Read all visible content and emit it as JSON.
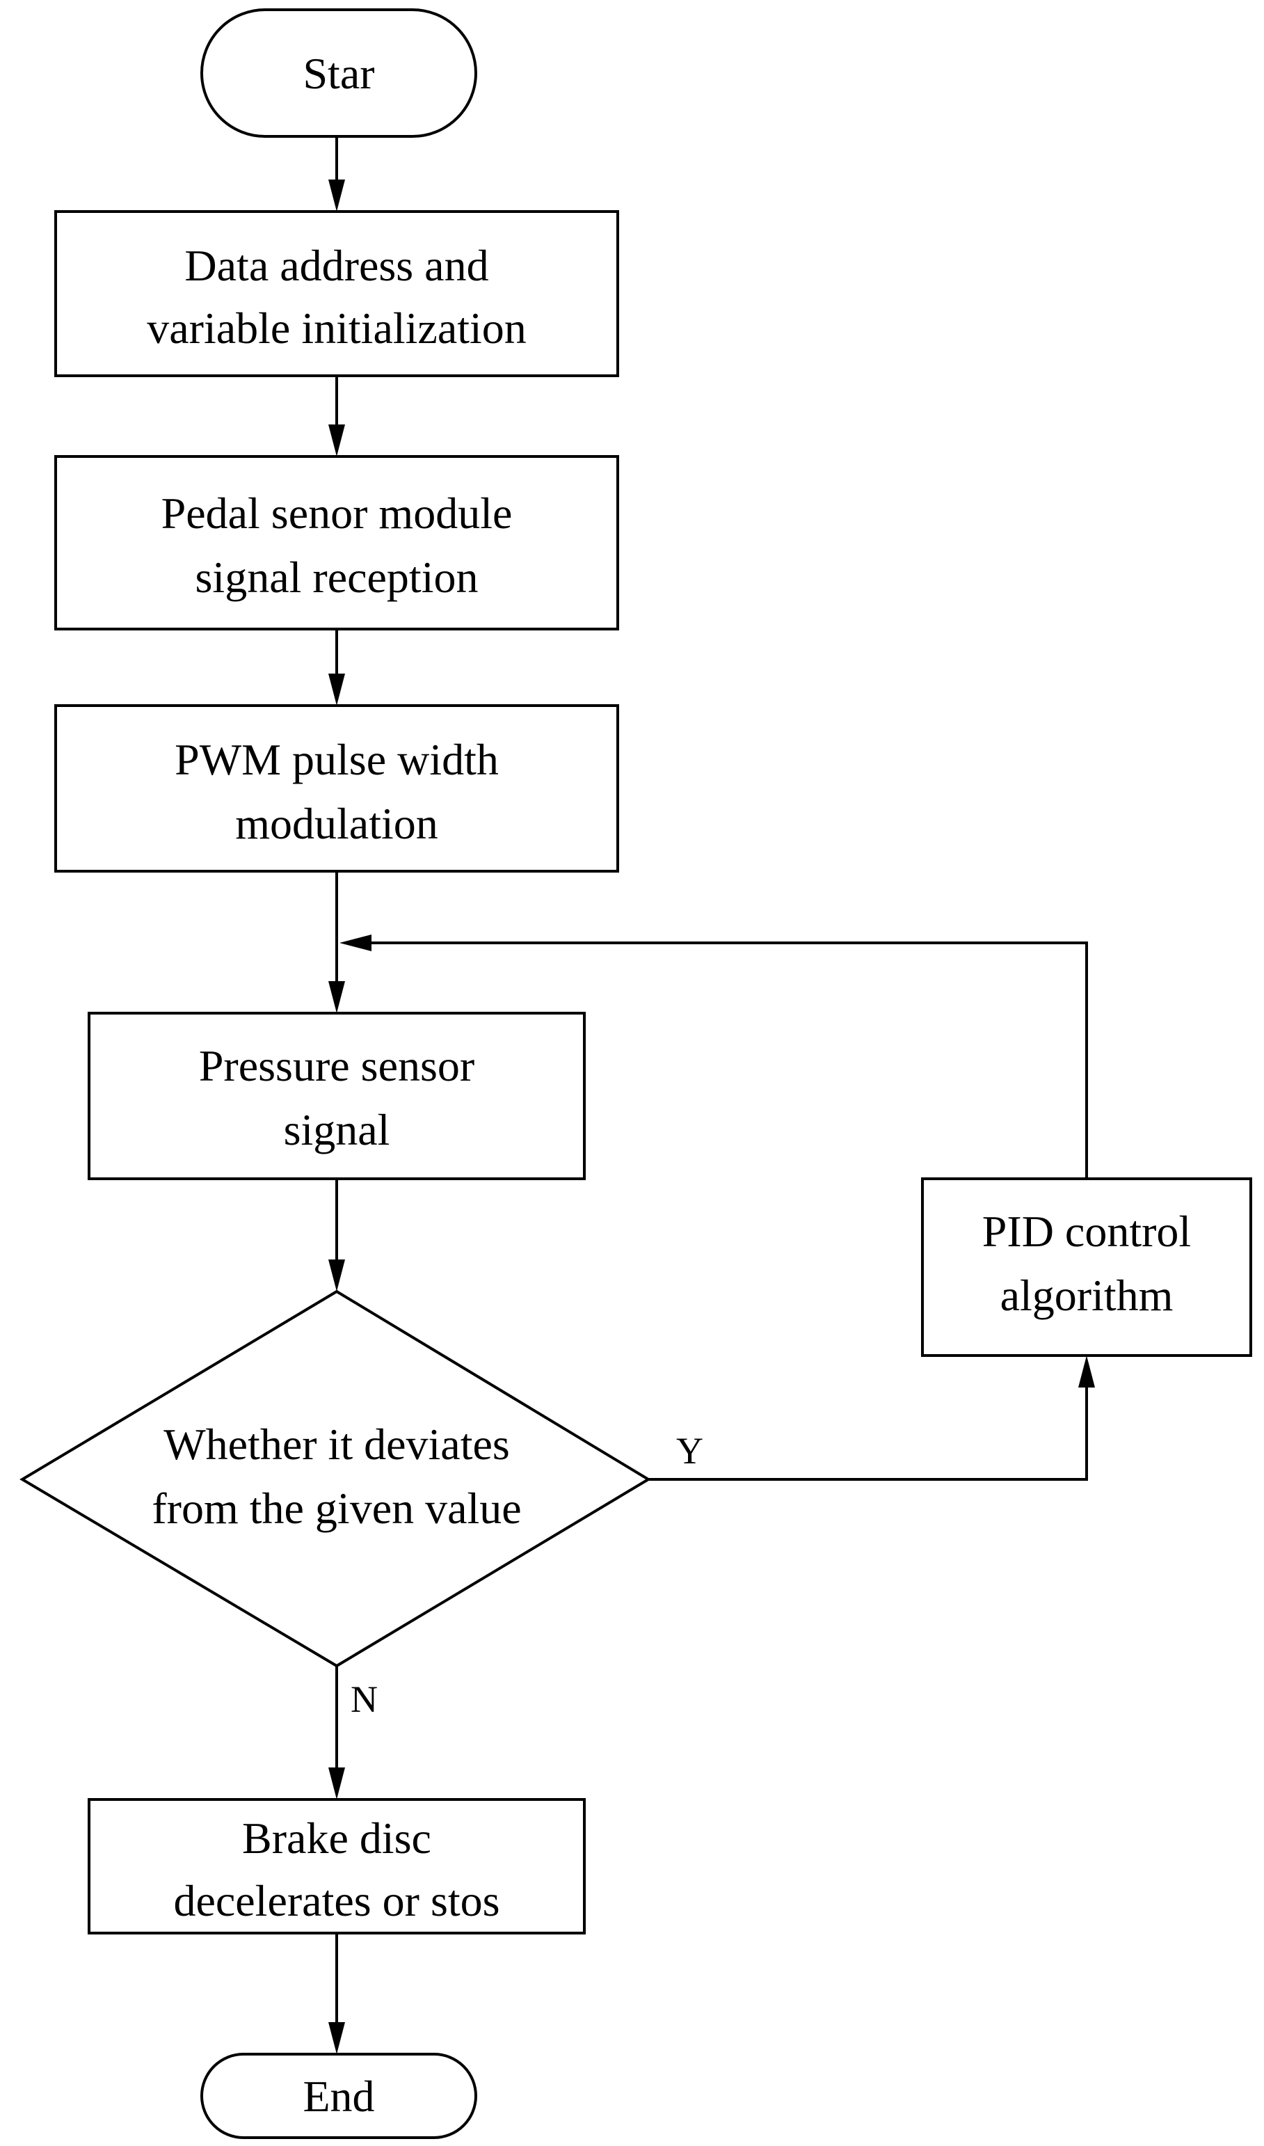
{
  "nodes": {
    "start": {
      "lines": [
        "Star"
      ]
    },
    "init": {
      "lines": [
        "Data address and",
        "variable initialization"
      ]
    },
    "pedal": {
      "lines": [
        "Pedal senor module",
        "signal reception"
      ]
    },
    "pwm": {
      "lines": [
        "PWM pulse width",
        "modulation"
      ]
    },
    "pressure": {
      "lines": [
        "Pressure sensor",
        "signal"
      ]
    },
    "pid": {
      "lines": [
        "PID control",
        "algorithm"
      ]
    },
    "decision": {
      "lines": [
        "Whether it deviates",
        "from the given value"
      ]
    },
    "brake": {
      "lines": [
        "Brake disc",
        "decelerates or stos"
      ]
    },
    "end": {
      "lines": [
        "End"
      ]
    }
  },
  "edges": {
    "yes_label": "Y",
    "no_label": "N"
  }
}
